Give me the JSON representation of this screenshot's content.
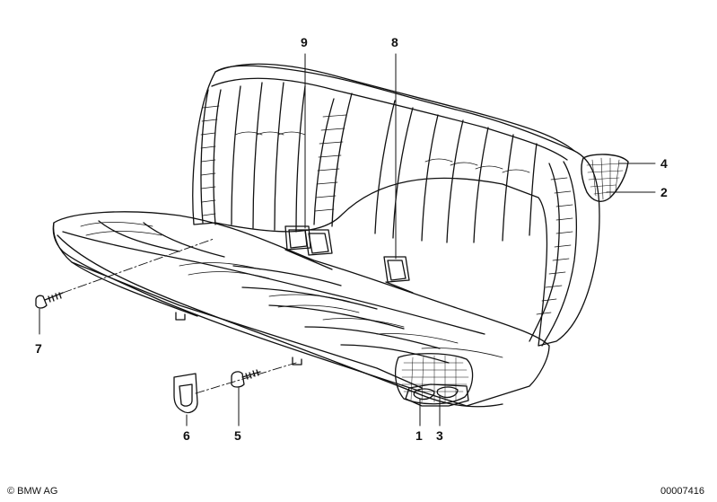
{
  "callouts": {
    "c9": "9",
    "c8": "8",
    "c4": "4",
    "c2": "2",
    "c7": "7",
    "c6": "6",
    "c5": "5",
    "c1": "1",
    "c3": "3"
  },
  "footer": {
    "copyright": "© BMW AG",
    "code": "00007416"
  }
}
